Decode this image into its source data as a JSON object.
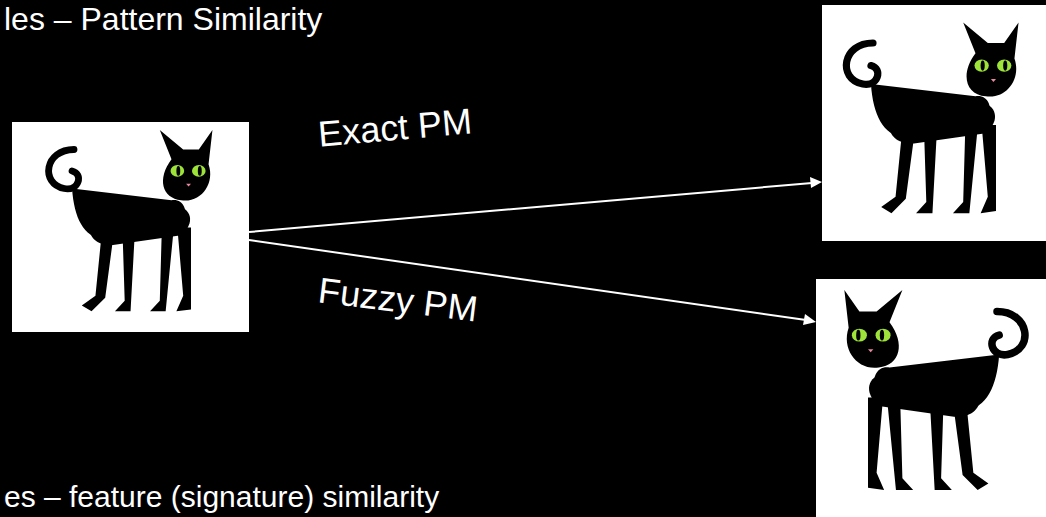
{
  "diagram": {
    "title": "les – Pattern Similarity",
    "labels": [
      "Exact PM",
      "Fuzzy PM",
      "es – feature (signature) similarity"
    ]
  }
}
